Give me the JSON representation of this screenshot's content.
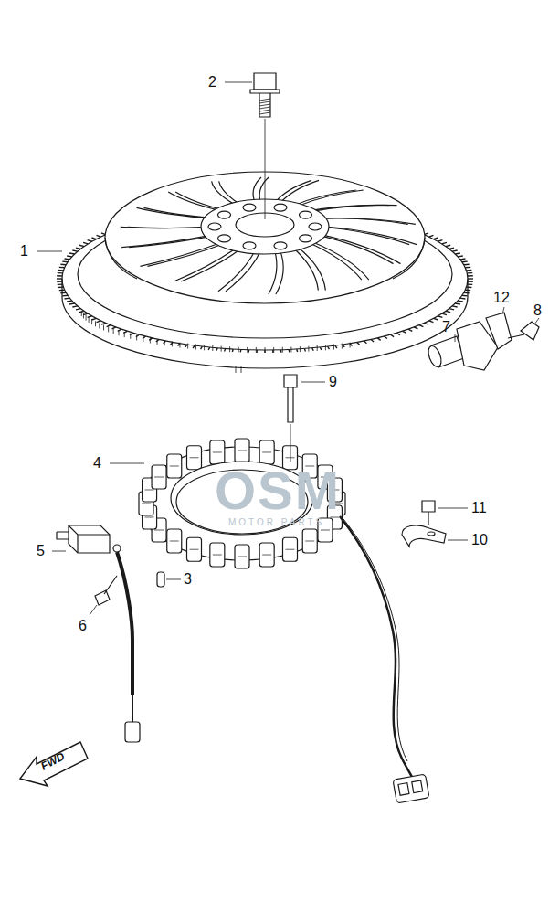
{
  "diagram": {
    "labels": [
      "1",
      "2",
      "3",
      "4",
      "5",
      "6",
      "7",
      "8",
      "9",
      "10",
      "11",
      "12",
      "FWD",
      "OSM",
      "MOTOR PARTS"
    ]
  }
}
